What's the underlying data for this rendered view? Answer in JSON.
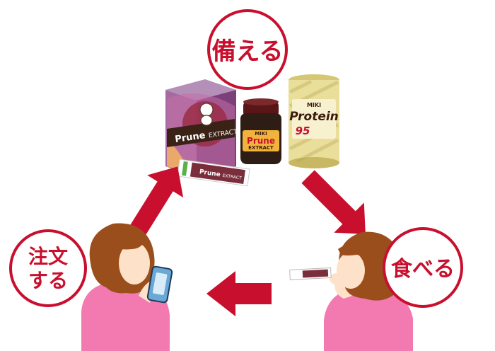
{
  "steps": {
    "prepare": "備える",
    "eat": "食べる",
    "order_line1": "注文",
    "order_line2": "する"
  },
  "products": {
    "box_brand": "Prune",
    "box_sub": "EXTRACT",
    "jar_top": "MIKI",
    "jar_brand": "Prune",
    "jar_sub": "EXTRACT",
    "can_top": "MIKI",
    "can_brand": "Protein",
    "can_number": "95",
    "stick_brand": "Prune",
    "stick_sub": "EXTRACT"
  },
  "colors": {
    "accent": "#c8102e",
    "arrow": "#c8102e",
    "circle_stroke": "#c8102e",
    "shirt": "#f27ab0",
    "hair": "#9a4e1c",
    "skin": "#fde1c8"
  }
}
